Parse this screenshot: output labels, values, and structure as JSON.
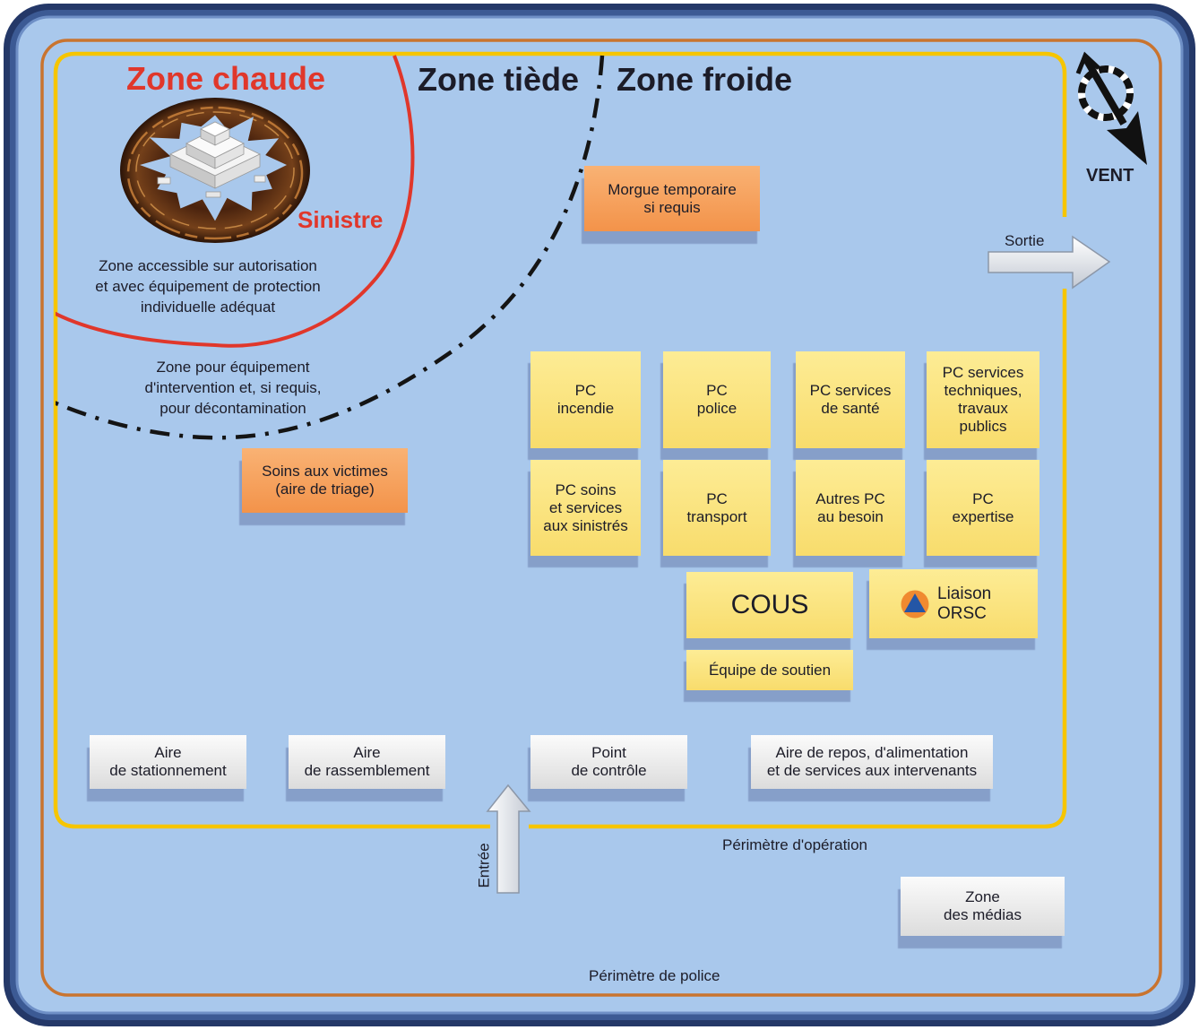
{
  "zones": {
    "hot": "Zone chaude",
    "warm": "Zone tiède",
    "cold": "Zone froide"
  },
  "incident": {
    "label": "Sinistre",
    "access_note": [
      "Zone accessible sur autorisation",
      "et avec équipement de protection",
      "individuelle adéquat"
    ]
  },
  "warm_zone_note": [
    "Zone pour équipement",
    "d'intervention et, si requis,",
    "pour décontamination"
  ],
  "wind": {
    "label": "VENT",
    "icon": "wind-direction-icon"
  },
  "exit": {
    "label": "Sortie",
    "icon": "right-arrow-icon"
  },
  "entrance": {
    "label": "Entrée",
    "icon": "up-arrow-icon"
  },
  "perimeters": {
    "operation": "Périmètre d'opération",
    "police": "Périmètre de police"
  },
  "boxes": {
    "morgue": {
      "lines": [
        "Morgue temporaire",
        "si requis"
      ]
    },
    "triage": {
      "lines": [
        "Soins aux victimes",
        "(aire de triage)"
      ]
    },
    "pc_fire": {
      "lines": [
        "PC",
        "incendie"
      ]
    },
    "pc_police": {
      "lines": [
        "PC",
        "police"
      ]
    },
    "pc_health": {
      "lines": [
        "PC services",
        "de santé"
      ]
    },
    "pc_technical": {
      "lines": [
        "PC services",
        "techniques,",
        "travaux",
        "publics"
      ]
    },
    "pc_care": {
      "lines": [
        "PC soins",
        "et services",
        "aux sinistrés"
      ]
    },
    "pc_transport": {
      "lines": [
        "PC",
        "transport"
      ]
    },
    "pc_other": {
      "lines": [
        "Autres PC",
        "au besoin"
      ]
    },
    "pc_expertise": {
      "lines": [
        "PC",
        "expertise"
      ]
    },
    "cous": {
      "lines": [
        "COUS"
      ]
    },
    "orsc": {
      "lines": [
        "Liaison",
        "ORSC"
      ],
      "icon": "civil-protection-icon"
    },
    "support": {
      "lines": [
        "Équipe de soutien"
      ]
    },
    "parking": {
      "lines": [
        "Aire",
        "de stationnement"
      ]
    },
    "assembly": {
      "lines": [
        "Aire",
        "de rassemblement"
      ]
    },
    "checkpoint": {
      "lines": [
        "Point",
        "de contrôle"
      ]
    },
    "rest": {
      "lines": [
        "Aire de repos, d'alimentation",
        "et de services aux intervenants"
      ]
    },
    "media": {
      "lines": [
        "Zone",
        "des médias"
      ]
    }
  },
  "colors": {
    "background": "#a9c8ec",
    "frame": "#243868",
    "hot_zone": "#e0372b",
    "warm_zone_line": "#141414",
    "operation_perimeter": "#f6c500",
    "police_perimeter": "#c9742f",
    "pc_box": "#f8dc6c",
    "support_box": "#f3934a",
    "service_box": "#dcdcdc"
  }
}
